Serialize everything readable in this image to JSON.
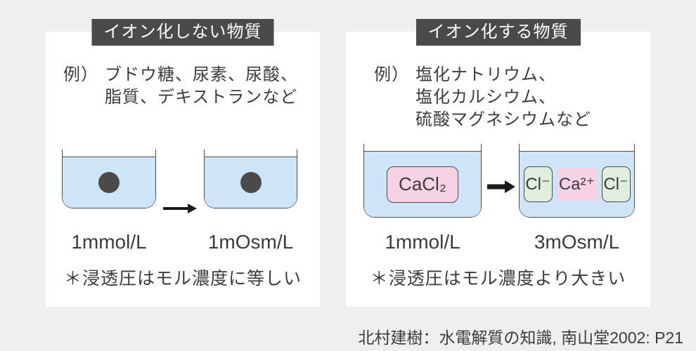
{
  "colors": {
    "background": "#efefef",
    "panel": "#ffffff",
    "header_bg": "#4b4949",
    "header_text": "#ffffff",
    "body_text": "#3f3a3a",
    "water_fill": "#cde5f6",
    "outline": "#4f4f4f",
    "dot": "#4a4a4a",
    "pink_box": "#f6d3e3",
    "green_box": "#dfeedd",
    "arrow": "#1a1a1a"
  },
  "left_panel": {
    "title": "イオン化しない物質",
    "example_prefix": "例）",
    "example_lines": [
      "ブドウ糖、尿素、尿酸、",
      "脂質、デキストランなど"
    ],
    "before_label": "1mmol/L",
    "after_label": "1mOsm/L",
    "note": "＊浸透圧はモル濃度に等しい"
  },
  "right_panel": {
    "title": "イオン化する物質",
    "example_prefix": "例）",
    "example_lines": [
      "塩化ナトリウム、",
      "塩化カルシウム、",
      "硫酸マグネシウムなど"
    ],
    "solute_label": "CaCl₂",
    "ions": [
      "Cl⁻",
      "Ca²⁺",
      "Cl⁻"
    ],
    "before_label": "1mmol/L",
    "after_label": "3mOsm/L",
    "note": "＊浸透圧はモル濃度より大きい"
  },
  "citation": "北村建樹：水電解質の知識, 南山堂2002: P21"
}
